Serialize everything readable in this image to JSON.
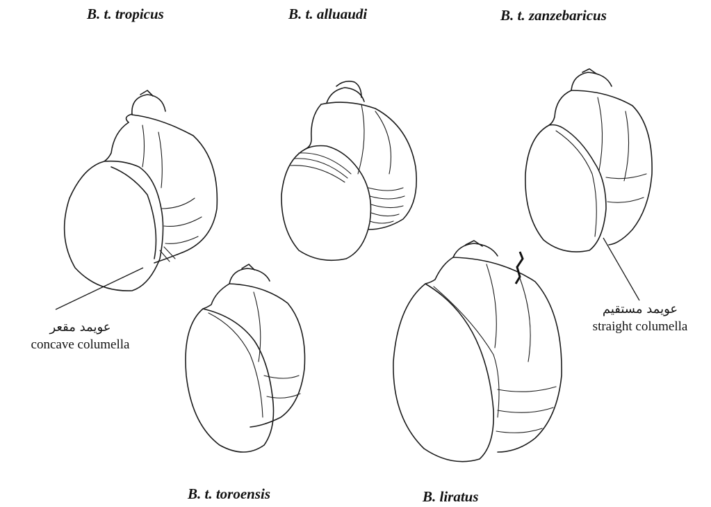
{
  "species": {
    "tropicus": "B. t.  tropicus",
    "alluaudi": "B. t.  alluaudi",
    "zanzebaricus": "B. t.  zanzebaricus",
    "toroensis": "B. t. toroensis",
    "liratus": "B. liratus"
  },
  "annotations": {
    "concave": {
      "arabic": "عويمد مقعر",
      "english": "concave columella"
    },
    "straight": {
      "arabic": "عويمد مستقيم",
      "english": "straight columella"
    }
  }
}
